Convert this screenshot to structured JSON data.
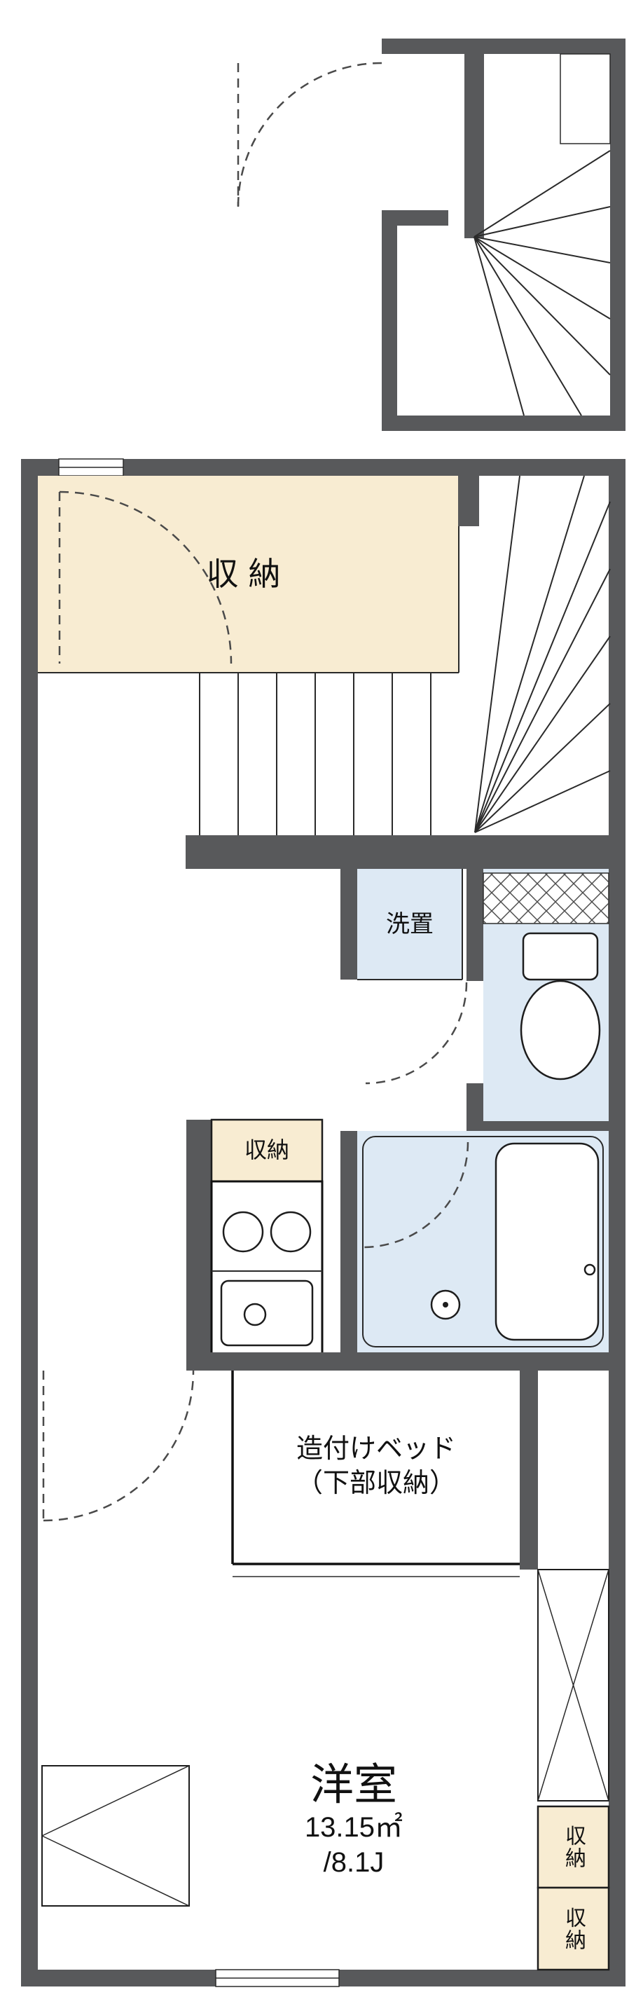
{
  "palette": {
    "wall": "#58595b",
    "closet": "#f8ecd2",
    "wet": "#dde9f4",
    "line": "#222222",
    "dash": "#4a4a4a",
    "bg": "#ffffff"
  },
  "floor_plan": {
    "upper_closet_label": "収納",
    "laundry_label": "洗置",
    "hall_closet_label": "収納",
    "bed_label_line1": "造付けベッド",
    "bed_label_line2": "（下部収納）",
    "room_label": "洋室",
    "room_area_m2": "13.15㎡",
    "room_area_jo": "/8.1J",
    "right_closet_top_label": "収納",
    "right_closet_bottom_label": "収納"
  }
}
